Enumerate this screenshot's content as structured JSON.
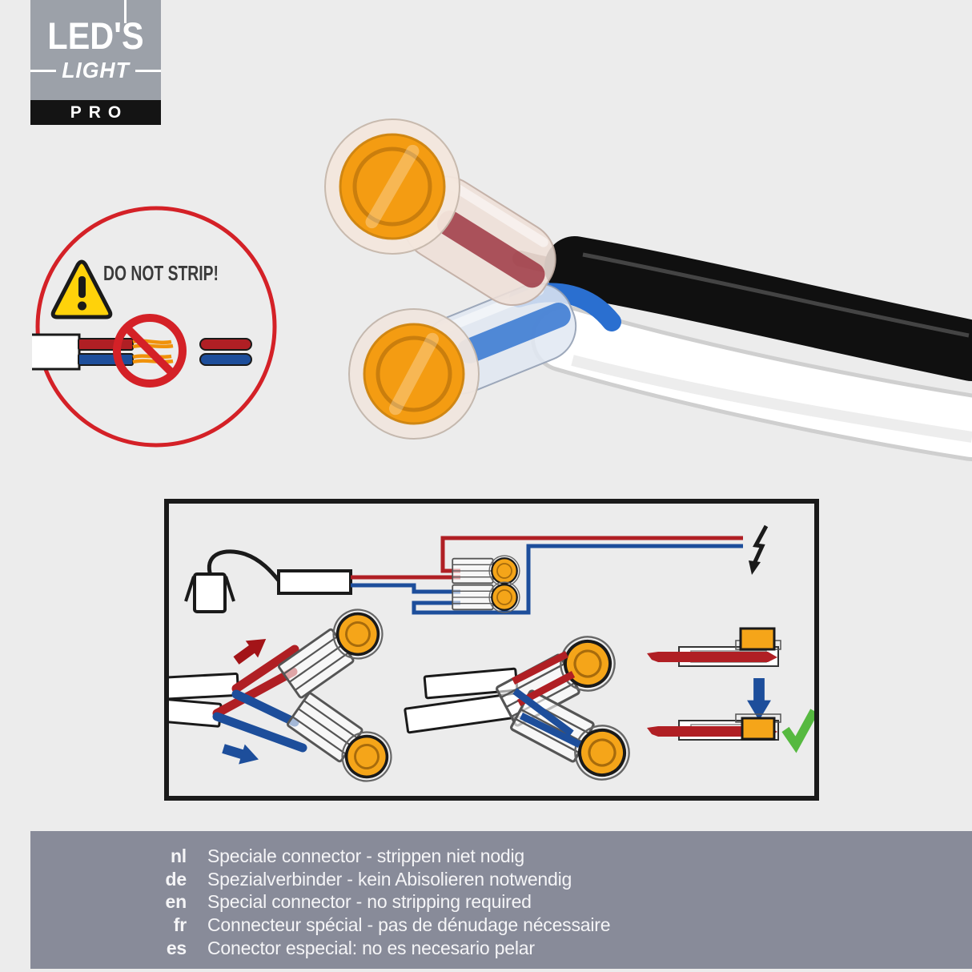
{
  "colors": {
    "bg": "#ECECEC",
    "logo_gray": "#9CA1A9",
    "logo_black": "#141414",
    "banner_bg": "#888B99",
    "banner_text": "#F5F5F7",
    "badge_red": "#D42127",
    "warn_yellow": "#FFD20A",
    "wire_red": "#B01F24",
    "wire_blue": "#1D4E9B",
    "arrow_red": "#A31418",
    "copper": "#F0920B",
    "connector_orange": "#F5A519",
    "check_green": "#56B940",
    "photo_orange": "#F49C12",
    "photo_blue": "#2A6FD0",
    "photo_brown": "#6F4A40",
    "text_dark": "#3A3A3A"
  },
  "logo": {
    "line1": "LED'S",
    "line2": "LIGHT",
    "line3": "PRO"
  },
  "badge": {
    "text": "DO NOT STRIP!"
  },
  "banner": {
    "languages": [
      {
        "code": "nl",
        "text": "Speciale connector - strippen niet nodig"
      },
      {
        "code": "de",
        "text": "Spezialverbinder - kein Abisolieren notwendig"
      },
      {
        "code": "en",
        "text": "Special connector - no stripping required"
      },
      {
        "code": "fr",
        "text": "Connecteur spécial - pas de dénudage nécessaire"
      },
      {
        "code": "es",
        "text": "Conector especial: no es necesario pelar"
      }
    ]
  }
}
